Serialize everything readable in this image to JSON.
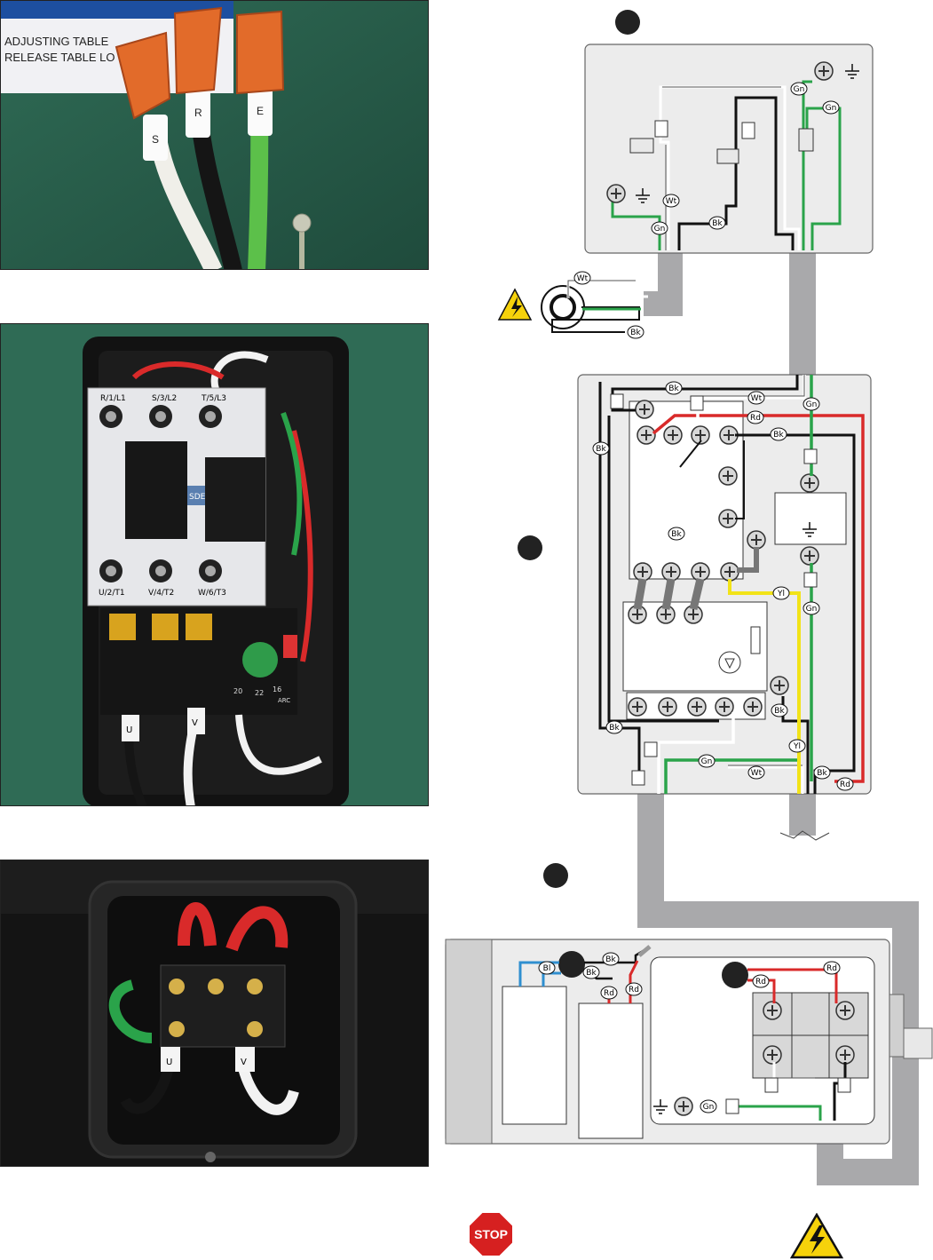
{
  "photos": {
    "photo1": {
      "notice_line1": "ADJUSTING TABLE",
      "notice_line2": "RELEASE TABLE LO       EVE",
      "wire_labels": [
        "S",
        "R",
        "E"
      ]
    },
    "photo2": {
      "contactor_top_labels": [
        "R/1/L1",
        "S/3/L2",
        "T/5/L3"
      ],
      "contactor_bottom_labels": [
        "U/2/T1",
        "V/4/T2",
        "W/6/T3"
      ],
      "brand": "SDE",
      "relay_scale": [
        "20",
        "22",
        "16"
      ],
      "relay_label": "ARC",
      "wire_labels": [
        "U",
        "V"
      ]
    },
    "photo3": {
      "wire_labels": [
        "U",
        "V"
      ]
    }
  },
  "wire_tags": {
    "green": "Gn",
    "white": "Wt",
    "black": "Bk",
    "red": "Rd",
    "yellow": "Yl",
    "blue": "Bl"
  },
  "stop_sign": "STOP",
  "colors": {
    "green": "#2aa34a",
    "red": "#d92a2a",
    "yellow": "#f2e318",
    "blue": "#2f8fd0",
    "black": "#111111",
    "conduit": "#a9a9ab",
    "box": "#ececec",
    "warning": "#f6d20b"
  }
}
